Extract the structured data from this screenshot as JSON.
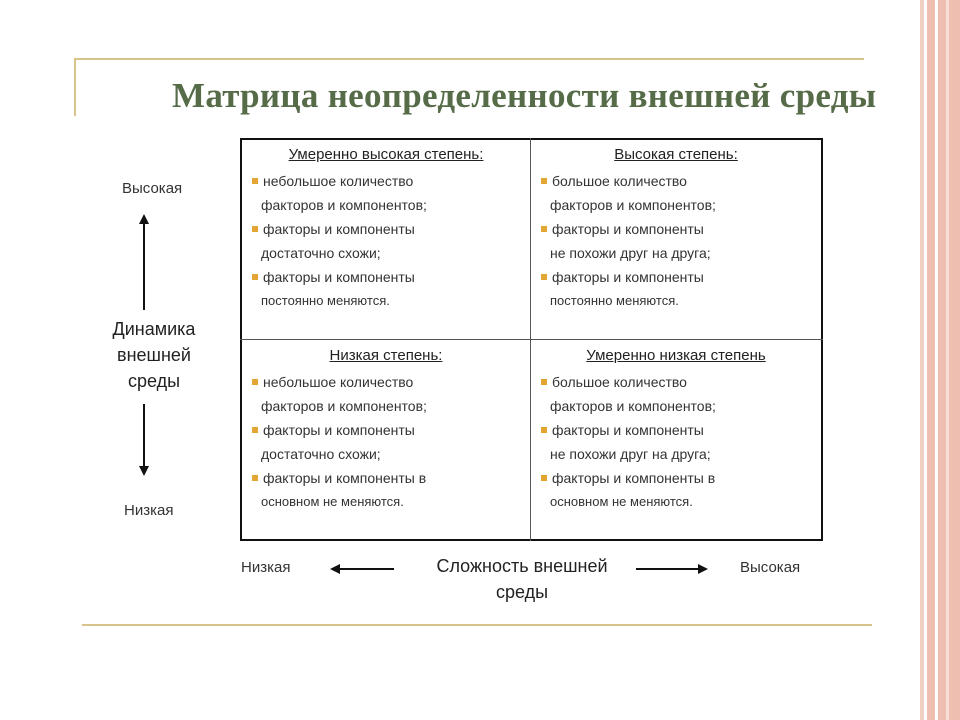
{
  "title": "Матрица неопределенности внешней среды",
  "y_axis": {
    "high_label": "Высокая",
    "low_label": "Низкая",
    "title_lines": [
      "Динамика",
      "внешней",
      "среды"
    ]
  },
  "x_axis": {
    "low_label": "Низкая",
    "high_label": "Высокая",
    "title_lines": [
      "Сложность внешней",
      "среды"
    ]
  },
  "cells": {
    "top_left": {
      "heading": "Умеренно высокая степень:",
      "lines": [
        "небольшое количество",
        "факторов и компонентов;",
        "факторы и компоненты",
        "достаточно схожи;",
        "факторы и компоненты",
        "постоянно меняются."
      ]
    },
    "top_right": {
      "heading": "Высокая степень:",
      "lines": [
        "большое количество",
        "факторов и компонентов;",
        "факторы и компоненты",
        "не похожи друг на друга;",
        "факторы и компоненты",
        "постоянно меняются."
      ]
    },
    "bottom_left": {
      "heading": "Низкая степень:",
      "lines": [
        "небольшое количество",
        "факторов и компонентов;",
        "факторы и компоненты",
        "достаточно схожи;",
        "факторы и компоненты в",
        "основном не меняются."
      ]
    },
    "bottom_right": {
      "heading": "Умеренно низкая степень",
      "lines": [
        "большое количество",
        "факторов и компонентов;",
        "факторы и компоненты",
        "не похожи друг на друга;",
        "факторы и компоненты в",
        "основном не меняются."
      ]
    }
  },
  "colors": {
    "title": "#566b48",
    "bullet": "#e3a534",
    "frame_line": "#d8c48a",
    "side_stripe": "#eebfb0"
  }
}
